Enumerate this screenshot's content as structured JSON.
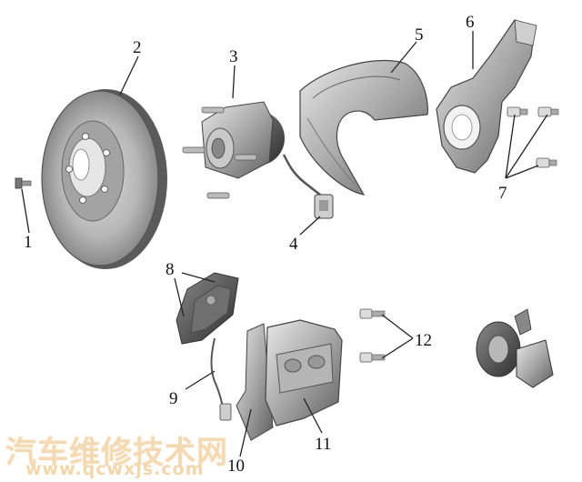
{
  "callouts": [
    {
      "id": "1",
      "label": "1"
    },
    {
      "id": "2",
      "label": "2"
    },
    {
      "id": "3",
      "label": "3"
    },
    {
      "id": "4",
      "label": "4"
    },
    {
      "id": "5",
      "label": "5"
    },
    {
      "id": "6",
      "label": "6"
    },
    {
      "id": "7",
      "label": "7"
    },
    {
      "id": "8",
      "label": "8"
    },
    {
      "id": "9",
      "label": "9"
    },
    {
      "id": "10",
      "label": "10"
    },
    {
      "id": "11",
      "label": "11"
    },
    {
      "id": "12",
      "label": "12"
    }
  ],
  "watermark": {
    "site_name": "汽车维修技术网",
    "url": "www.qcwxjs.com"
  }
}
